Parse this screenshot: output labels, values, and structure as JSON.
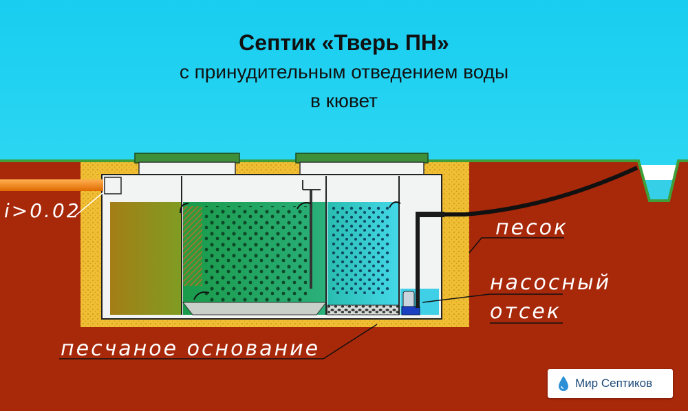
{
  "title": {
    "line1": "Септик «Тверь ПН»",
    "line2": "с принудительным отведением воды",
    "line3": "в кювет"
  },
  "labels": {
    "slope": "i>0.02",
    "sand": "песок",
    "pump_line1": "насосный",
    "pump_line2": "отсек",
    "sand_base": "песчаное основание"
  },
  "brand": {
    "name": "Мир Септиков"
  },
  "colors": {
    "sky": "#1ed2f2",
    "soil": "#a8280a",
    "grass": "#3fa03a",
    "sand": "#f0be33",
    "tank_wall": "#f2f4f4",
    "sludge": "#a88a18",
    "green_media": "#20a44a",
    "blue_water": "#3fd0e0",
    "lid": "#3d8f3a",
    "inlet_pipe": "#ff8c1a",
    "pump": "#1a3fc0"
  }
}
